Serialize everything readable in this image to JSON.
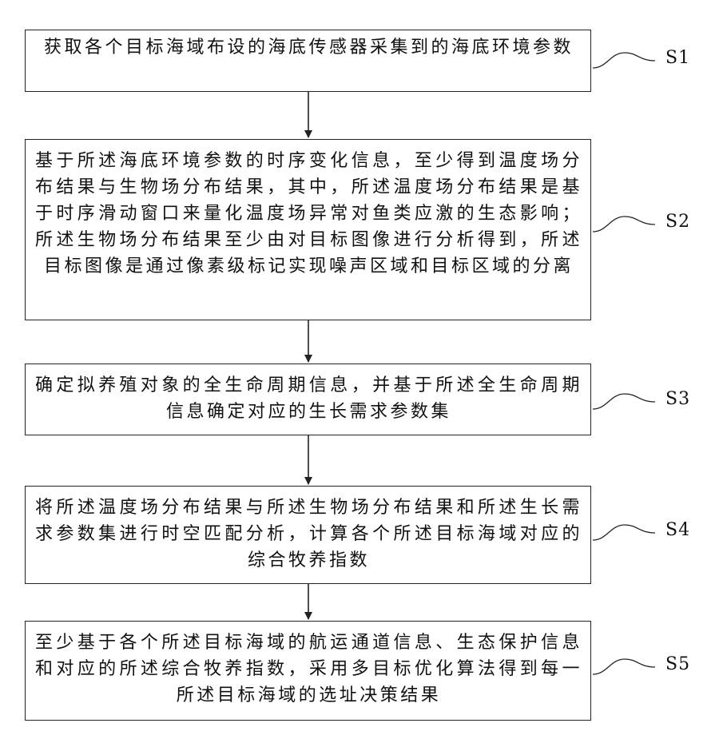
{
  "steps": [
    {
      "id": "S1",
      "text": "获取各个目标海域布设的海底传感器采集到的海底环境参数"
    },
    {
      "id": "S2",
      "text": "基于所述海底环境参数的时序变化信息，至少得到温度场分布结果与生物场分布结果，其中，所述温度场分布结果是基于时序滑动窗口来量化温度场异常对鱼类应激的生态影响；所述生物场分布结果至少由对目标图像进行分析得到，所述目标图像是通过像素级标记实现噪声区域和目标区域的分离"
    },
    {
      "id": "S3",
      "text": "确定拟养殖对象的全生命周期信息，并基于所述全生命周期信息确定对应的生长需求参数集"
    },
    {
      "id": "S4",
      "text": "将所述温度场分布结果与所述生物场分布结果和所述生长需求参数集进行时空匹配分析，计算各个所述目标海域对应的综合牧养指数"
    },
    {
      "id": "S5",
      "text": "至少基于各个所述目标海域的航运通道信息、生态保护信息和对应的所述综合牧养指数，采用多目标优化算法得到每一所述目标海域的选址决策结果"
    }
  ]
}
